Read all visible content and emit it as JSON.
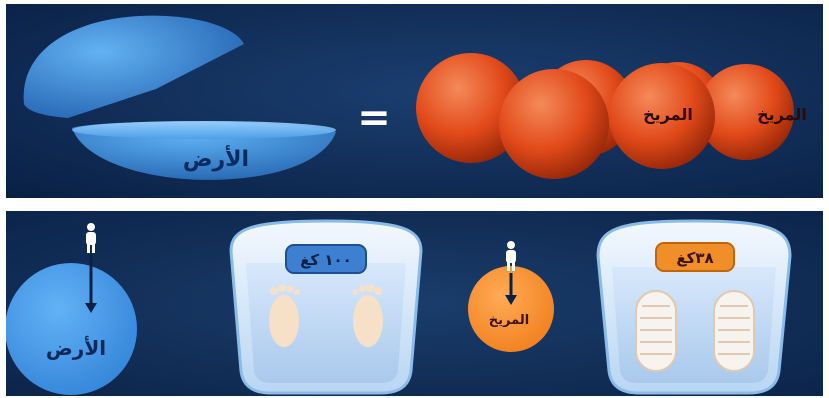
{
  "colors": {
    "background": "#0e2a52",
    "earth_blue": "#3e93e0",
    "mars_orange": "#e24a1a",
    "weight_badge_blue": "#3d7fd0",
    "weight_badge_orange": "#f08f2a"
  },
  "top_panel": {
    "earth_label": "الأرض",
    "equals_sign": "=",
    "mars_label_1": "المريخ",
    "mars_label_2": "المريخ"
  },
  "bottom_panel": {
    "earth_label": "الأرض",
    "mars_label": "المريخ",
    "earth_scale_reading": "١٠٠ كغ",
    "mars_scale_reading": "٣٨كغ"
  },
  "icons": {
    "person": "person-icon",
    "arrow": "down-arrow-icon",
    "footprint": "footprint-icon"
  }
}
